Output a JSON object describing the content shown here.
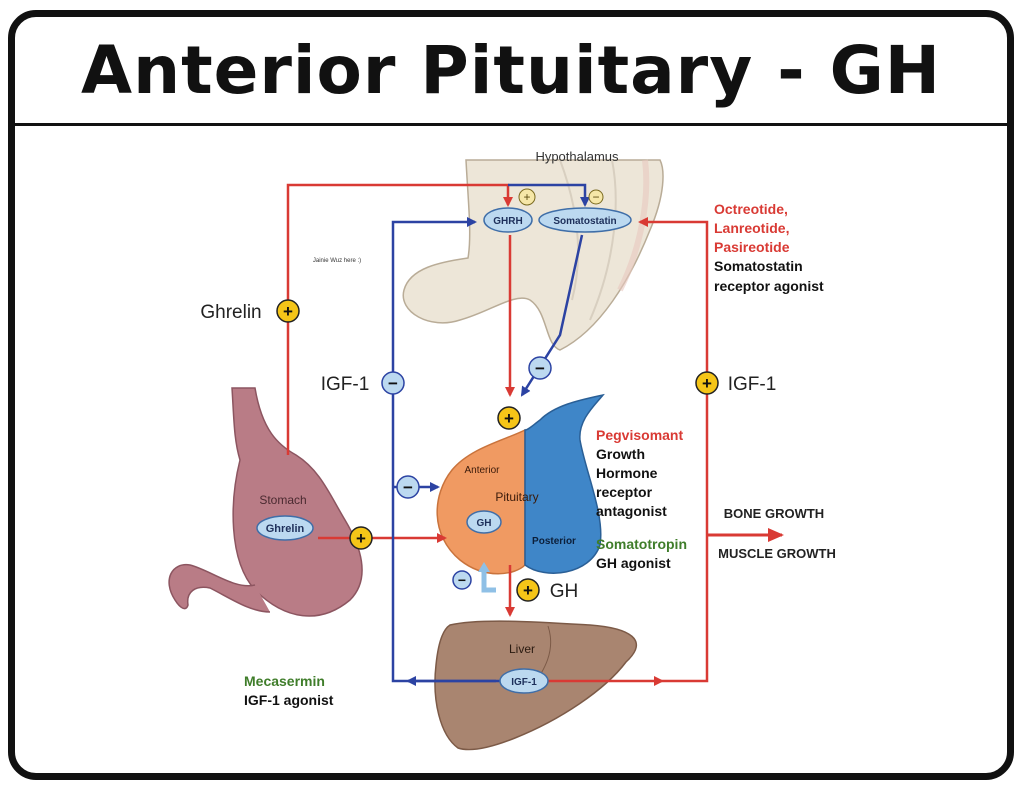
{
  "title": "Anterior Pituitary - GH",
  "colors": {
    "stimulate_arrow": "#d93a34",
    "inhibit_arrow": "#2c43a3",
    "drug_agonist_red": "#d93a34",
    "drug_agonist_green": "#3f7d2a",
    "plus_badge": "#f5c518",
    "minus_badge": "#bcd9f0",
    "hypothalamus": "#ede6d8",
    "stomach": "#b97c86",
    "liver": "#a98570",
    "anterior_pituitary": "#f09a62",
    "posterior_pituitary": "#3f86c8"
  },
  "labels": {
    "hypothalamus": "Hypothalamus",
    "ghrh": "GHRH",
    "somatostatin": "Somatostatin",
    "watermark": "Jainie Wuz here :)",
    "ghrelin_left": "Ghrelin",
    "igf1_left": "IGF-1",
    "igf1_right": "IGF-1",
    "stomach": "Stomach",
    "stomach_ghrelin": "Ghrelin",
    "anterior": "Anterior",
    "pituitary": "Pituitary",
    "gh_inner": "GH",
    "posterior": "Posterior",
    "gh_out": "GH",
    "liver": "Liver",
    "liver_igf1": "IGF-1",
    "bone_growth": "BONE GROWTH",
    "muscle_growth": "MUSCLE GROWTH"
  },
  "drugs": {
    "octreotide": "Octreotide,",
    "lanreotide": "Lanreotide,",
    "pasireotide": "Pasireotide",
    "somatostatin_agonist_1": "Somatostatin",
    "somatostatin_agonist_2": "receptor agonist",
    "pegvisomant": "Pegvisomant",
    "gh_antagonist_1": "Growth",
    "gh_antagonist_2": "Hormone",
    "gh_antagonist_3": "receptor",
    "gh_antagonist_4": "antagonist",
    "somatotropin": "Somatotropin",
    "gh_agonist": "GH agonist",
    "mecasermin": "Mecasermin",
    "igf1_agonist": "IGF-1 agonist"
  },
  "signs": {
    "plus": "+",
    "minus": "−"
  }
}
